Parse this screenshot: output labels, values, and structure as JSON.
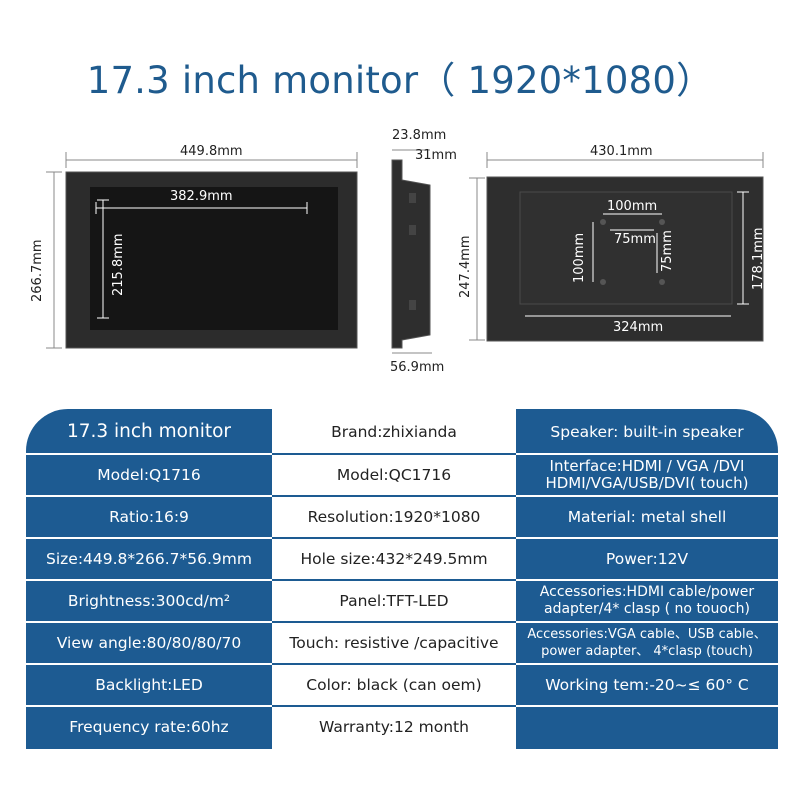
{
  "title": "17.3 inch monitor（ 1920*1080）",
  "dimensions": {
    "front_width": "449.8mm",
    "front_height": "266.7mm",
    "screen_width": "382.9mm",
    "screen_height": "215.8mm",
    "side_thickness_a": "23.8mm",
    "side_thickness_b": "31mm",
    "side_depth": "56.9mm",
    "side_height": "247.4mm",
    "back_width": "430.1mm",
    "back_height": "178.1mm",
    "vesa_outer": "100mm",
    "vesa_inner": "75mm",
    "vesa_outer_v": "100mm",
    "vesa_inner_v": "75mm",
    "back_hole_spacing": "324mm"
  },
  "spec_table": {
    "left": [
      "17.3 inch monitor",
      "Model:Q1716",
      "Ratio:16:9",
      "Size:449.8*266.7*56.9mm",
      "Brightness:300cd/m²",
      "View angle:80/80/80/70",
      "Backlight:LED",
      "Frequency rate:60hz"
    ],
    "middle": [
      "Brand:zhixianda",
      "Model:QC1716",
      "Resolution:1920*1080",
      "Hole size:432*249.5mm",
      "Panel:TFT-LED",
      "Touch: resistive /capacitive",
      "Color: black (can oem)",
      "Warranty:12 month"
    ],
    "right": [
      "Speaker: built-in speaker",
      "Interface:HDMI / VGA /DVI",
      "HDMI/VGA/USB/DVI( touch)",
      "Material: metal shell",
      "Power:12V",
      "Accessories:HDMI cable/power",
      "adapter/4* clasp ( no touoch)",
      "Accessories:VGA cable、USB  cable、",
      "power adapter、 4*clasp (touch)",
      "Working tem:-20~≤ 60° C"
    ]
  },
  "colors": {
    "title": "#1f5b8e",
    "table_blue": "#1d5b92",
    "monitor_body": "#2b2b2b",
    "screen": "#161616"
  }
}
